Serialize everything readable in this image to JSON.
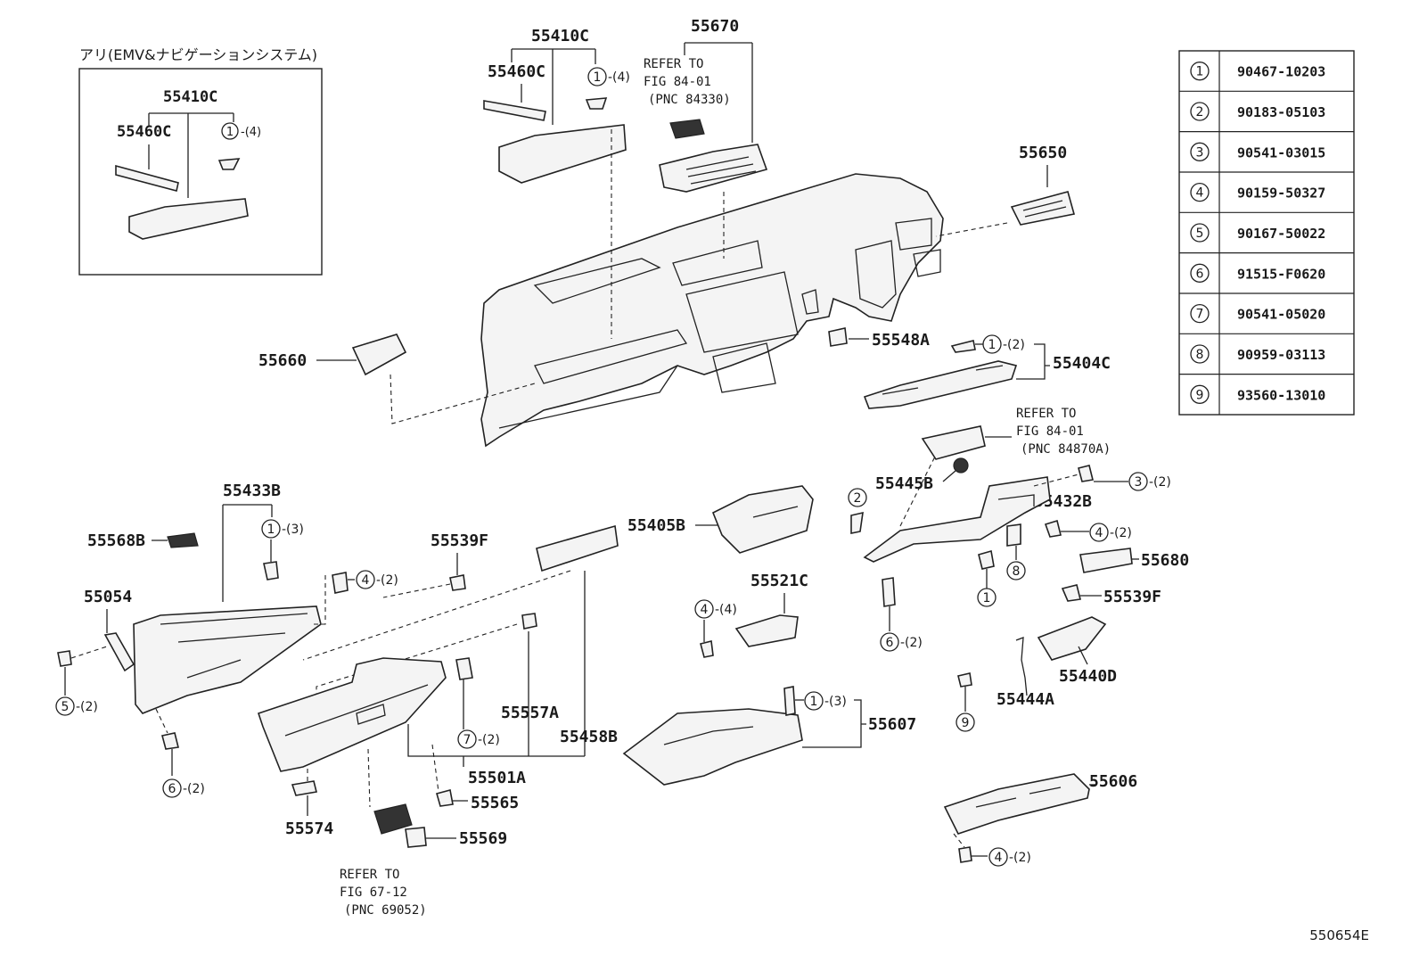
{
  "diagram_code": "550654E",
  "inset": {
    "title": "アリ(EMV&ナビゲーションシステム)",
    "part_55410C": "55410C",
    "part_55460C": "55460C",
    "callout_ref": "1",
    "callout_qty": "-(4)"
  },
  "legend": [
    {
      "no": "1",
      "pn": "90467-10203"
    },
    {
      "no": "2",
      "pn": "90183-05103"
    },
    {
      "no": "3",
      "pn": "90541-03015"
    },
    {
      "no": "4",
      "pn": "90159-50327"
    },
    {
      "no": "5",
      "pn": "90167-50022"
    },
    {
      "no": "6",
      "pn": "91515-F0620"
    },
    {
      "no": "7",
      "pn": "90541-05020"
    },
    {
      "no": "8",
      "pn": "90959-03113"
    },
    {
      "no": "9",
      "pn": "93560-13010"
    }
  ],
  "parts": {
    "p55410C": "55410C",
    "p55460C": "55460C",
    "p55670": "55670",
    "p55650": "55650",
    "p55660": "55660",
    "p55548A": "55548A",
    "p55404C": "55404C",
    "p55445B": "55445B",
    "p55432B": "55432B",
    "p55680": "55680",
    "p55539F_r": "55539F",
    "p55440D": "55440D",
    "p55444A": "55444A",
    "p55405B": "55405B",
    "p55521C": "55521C",
    "p55607": "55607",
    "p55606": "55606",
    "p55433B": "55433B",
    "p55568B": "55568B",
    "p55539F_l": "55539F",
    "p55054": "55054",
    "p55557A": "55557A",
    "p55458B": "55458B",
    "p55501A": "55501A",
    "p55565": "55565",
    "p55574": "55574",
    "p55569": "55569"
  },
  "refs": {
    "r1": [
      "REFER TO",
      "FIG 84-01",
      "(PNC 84330)"
    ],
    "r2": [
      "REFER TO",
      "FIG 84-01",
      "(PNC 84870A)"
    ],
    "r3": [
      "REFER TO",
      "FIG 67-12",
      "(PNC 69052)"
    ]
  },
  "callouts": [
    {
      "id": "c_top4",
      "n": "1",
      "q": "-(4)"
    },
    {
      "id": "c_404c",
      "n": "1",
      "q": "-(2)"
    },
    {
      "id": "c_3",
      "n": "3",
      "q": "-(2)"
    },
    {
      "id": "c_4r",
      "n": "4",
      "q": "-(2)"
    },
    {
      "id": "c_2",
      "n": "2",
      "q": ""
    },
    {
      "id": "c_8",
      "n": "8",
      "q": ""
    },
    {
      "id": "c_1r",
      "n": "1",
      "q": ""
    },
    {
      "id": "c_6r",
      "n": "6",
      "q": "-(2)"
    },
    {
      "id": "c_9",
      "n": "9",
      "q": ""
    },
    {
      "id": "c_4a",
      "n": "4",
      "q": "-(4)"
    },
    {
      "id": "c_1b",
      "n": "1",
      "q": "-(3)"
    },
    {
      "id": "c_4b",
      "n": "4",
      "q": "-(2)"
    },
    {
      "id": "c_1l",
      "n": "1",
      "q": "-(3)"
    },
    {
      "id": "c_4l",
      "n": "4",
      "q": "-(2)"
    },
    {
      "id": "c_5",
      "n": "5",
      "q": "-(2)"
    },
    {
      "id": "c_6l",
      "n": "6",
      "q": "-(2)"
    },
    {
      "id": "c_7",
      "n": "7",
      "q": "-(2)"
    }
  ]
}
